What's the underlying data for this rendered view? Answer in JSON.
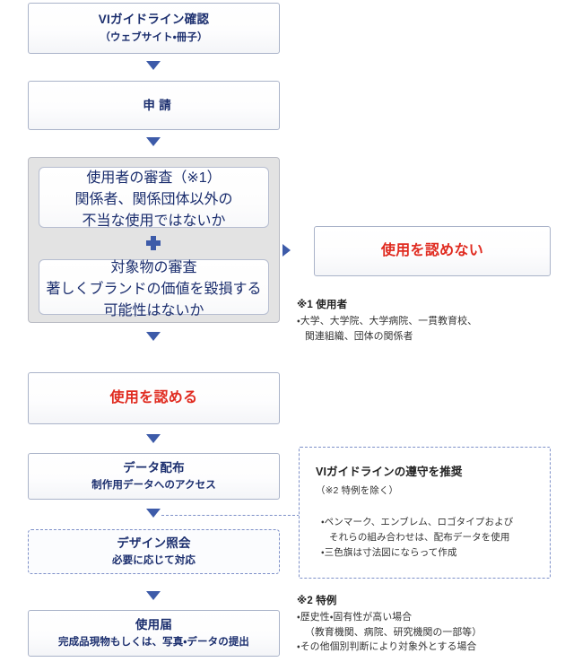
{
  "flow": {
    "step_guideline": {
      "title": "VIガイドライン確認",
      "subtitle": "（ウェブサイト・冊子）"
    },
    "step_application": {
      "title": "申 請"
    },
    "review": {
      "user_check": {
        "title": "使用者の審査（※1）",
        "line1": "関係者、関係団体以外の",
        "line2": "不当な使用ではないか"
      },
      "plus_icon": "plus-icon",
      "object_check": {
        "title": "対象物の審査",
        "line1": "著しくブランドの価値を毀損する",
        "line2": "可能性はないか"
      }
    },
    "step_denied": {
      "title": "使用を認めない"
    },
    "step_approved": {
      "title": "使用を認める"
    },
    "step_data": {
      "title": "データ配布",
      "subtitle": "制作用データへのアクセス"
    },
    "step_design": {
      "title": "デザイン照会",
      "subtitle": "必要に応じて対応"
    },
    "step_report": {
      "title": "使用届",
      "subtitle": "完成品現物もしくは、写真・データの提出"
    }
  },
  "notes": {
    "note1": {
      "title": "※1 使用者",
      "line1": "・大学、大学院、大学病院、一貫教育校、",
      "line2": "関連組織、団体の関係者"
    },
    "compliance": {
      "title": "VIガイドラインの遵守を推奨",
      "subtitle": "（※2 特例を除く）",
      "item1_line1": "・ペンマーク、エンブレム、ロゴタイプおよび",
      "item1_line2": "それらの組み合わせは、配布データを使用",
      "item2": "・三色旗は寸法図にならって作成"
    },
    "note2": {
      "title": "※2 特例",
      "line1": "・歴史性・固有性が高い場合",
      "line2": "（教育機関、病院、研究機関の一部等）",
      "line3": "・その他個別判断により対象外とする場合"
    }
  },
  "colors": {
    "text_navy": "#1b2e6e",
    "text_red": "#e02b20",
    "arrow_blue": "#3d5ba9",
    "box_border": "#aab3c9",
    "review_bg": "#e3e3e3",
    "dashed_border": "#7e90c8"
  }
}
